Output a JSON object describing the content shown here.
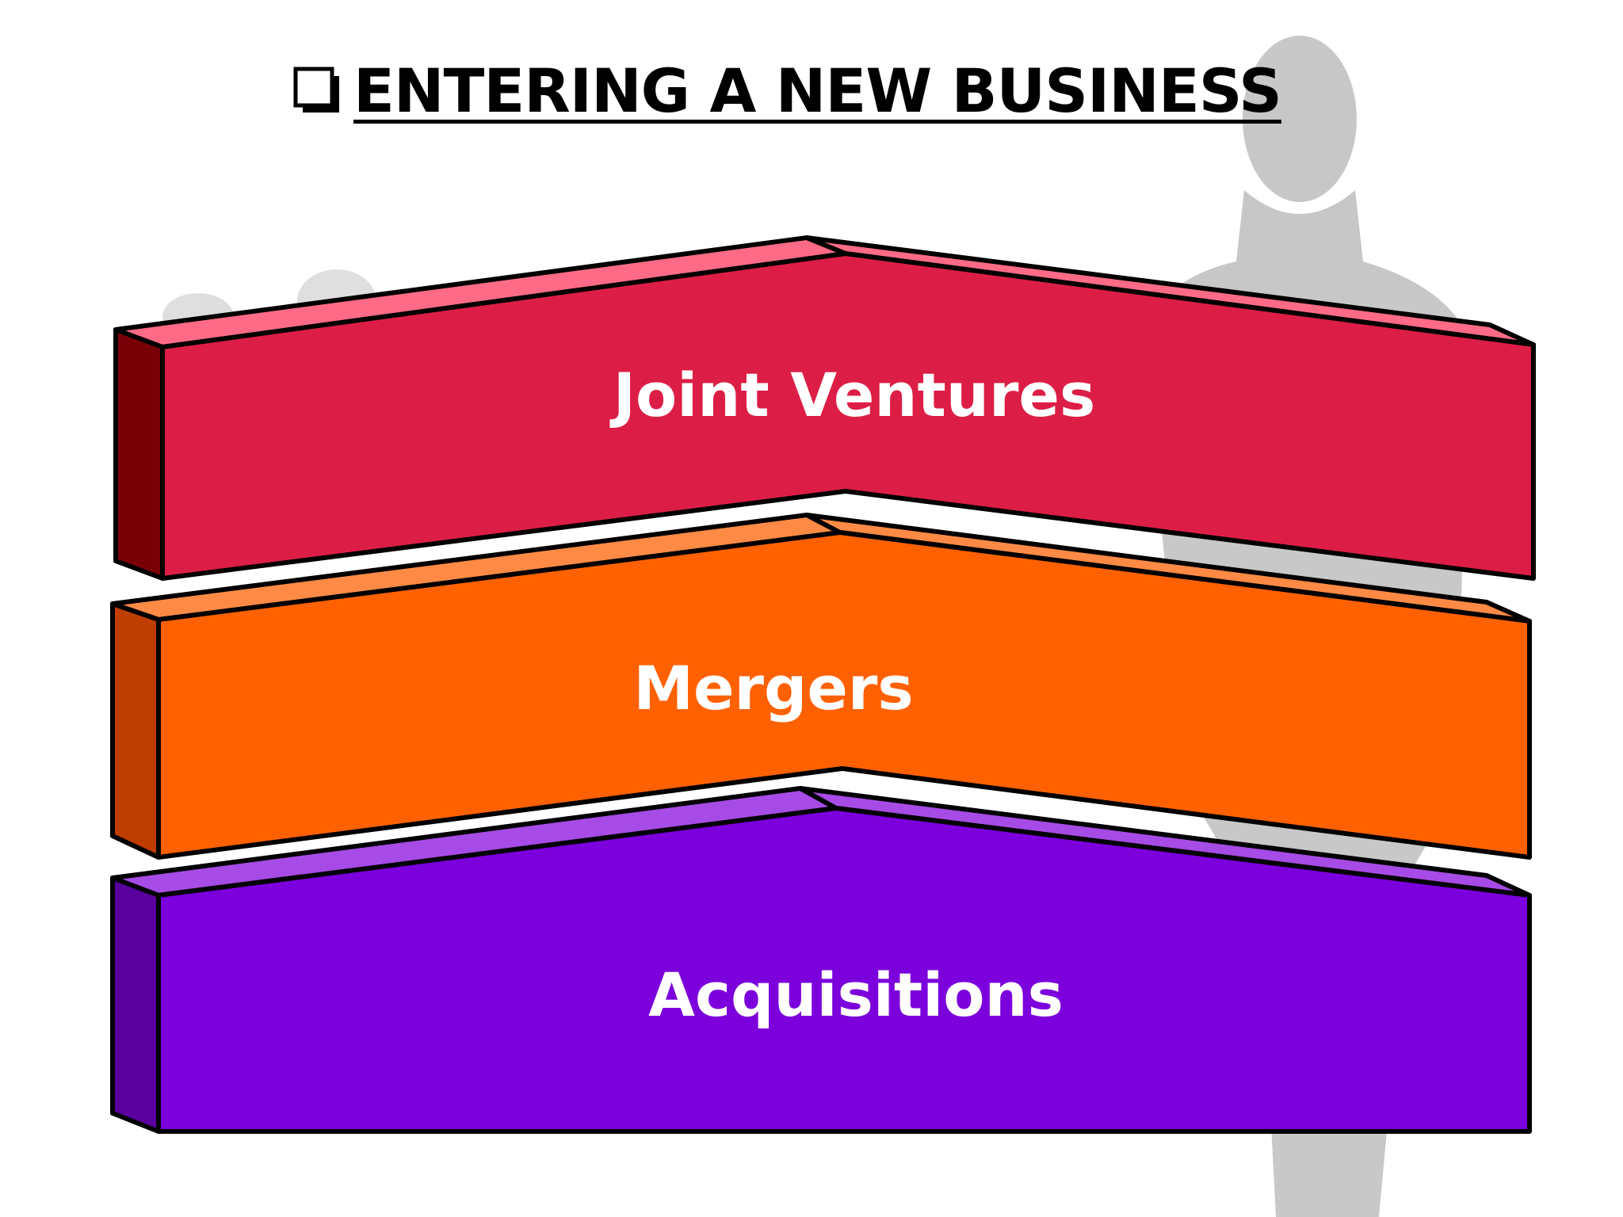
{
  "slide": {
    "title": "ENTERING A NEW BUSINESS",
    "bullet_icon": "checkbox-icon"
  },
  "layers": [
    {
      "label": "Joint Ventures",
      "colors": {
        "front": "#dc1e46",
        "top": "#ff6b86",
        "side": "#7a0008"
      }
    },
    {
      "label": "Mergers",
      "colors": {
        "front": "#ff6100",
        "top": "#ff8a45",
        "side": "#c03d00"
      }
    },
    {
      "label": "Acquisitions",
      "colors": {
        "front": "#7b00dc",
        "top": "#a64be6",
        "side": "#5a009e"
      }
    }
  ],
  "colors": {
    "text": "#000000",
    "label": "#ffffff",
    "silhouette": "#9a9a9a"
  }
}
